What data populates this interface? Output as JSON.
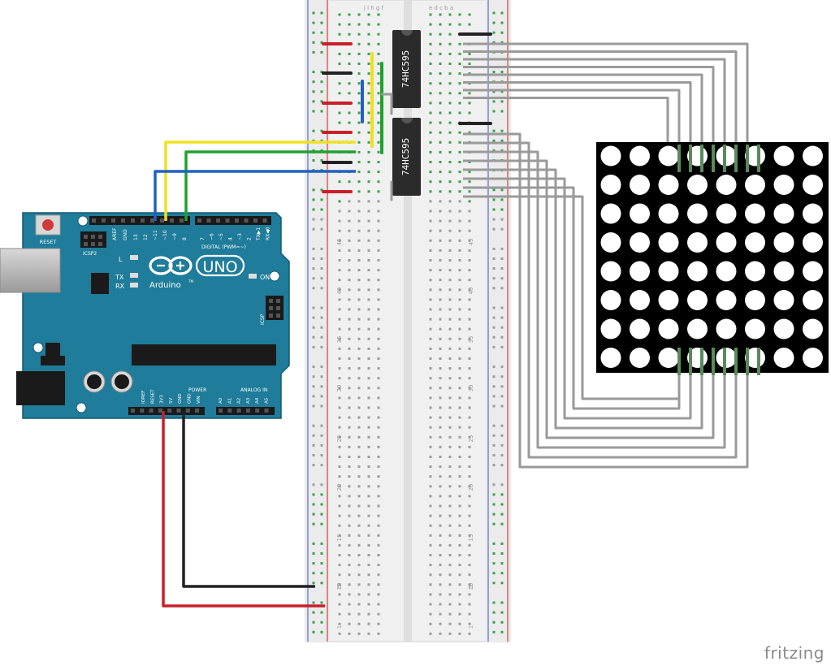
{
  "arduino": {
    "reset_label": "RESET",
    "icsp2_label": "ICSP2",
    "icsp_label": "ICSP",
    "aref_label": "AREF",
    "gnd_label": "GND",
    "digital_pins": [
      "13",
      "12",
      "~11",
      "~10",
      "~9",
      "8",
      "7",
      "~6",
      "~5",
      "4",
      "~3",
      "2",
      "TX▶1",
      "RX◀0"
    ],
    "digital_label": "DIGITAL (PWM=~)",
    "led_l": "L",
    "led_tx": "TX",
    "led_rx": "RX",
    "led_on": "ON",
    "brand": "Arduino",
    "brand_tm": "TM",
    "model": "UNO",
    "power_label": "POWER",
    "analog_label": "ANALOG IN",
    "power_pins": [
      "IOREF",
      "RESET",
      "3V3",
      "5V",
      "GND",
      "GND",
      "VIN"
    ],
    "analog_pins": [
      "A0",
      "A1",
      "A2",
      "A3",
      "A4",
      "A5"
    ]
  },
  "breadboard": {
    "column_letters_left": "j i h g f",
    "column_letters_right": "e d c b a",
    "row_numbers": [
      "45",
      "40",
      "35",
      "30",
      "25",
      "20",
      "15",
      "10",
      "5",
      "1"
    ]
  },
  "chips": [
    {
      "label": "74HC595"
    },
    {
      "label": "74HC595"
    }
  ],
  "matrix": {
    "rows": 8,
    "cols": 8
  },
  "wire_colors": {
    "red": "#c8202a",
    "black": "#222222",
    "yellow": "#f0e020",
    "green": "#20a030",
    "blue": "#2060c0",
    "gray": "#9a9a9a"
  },
  "watermark": "fritzing"
}
